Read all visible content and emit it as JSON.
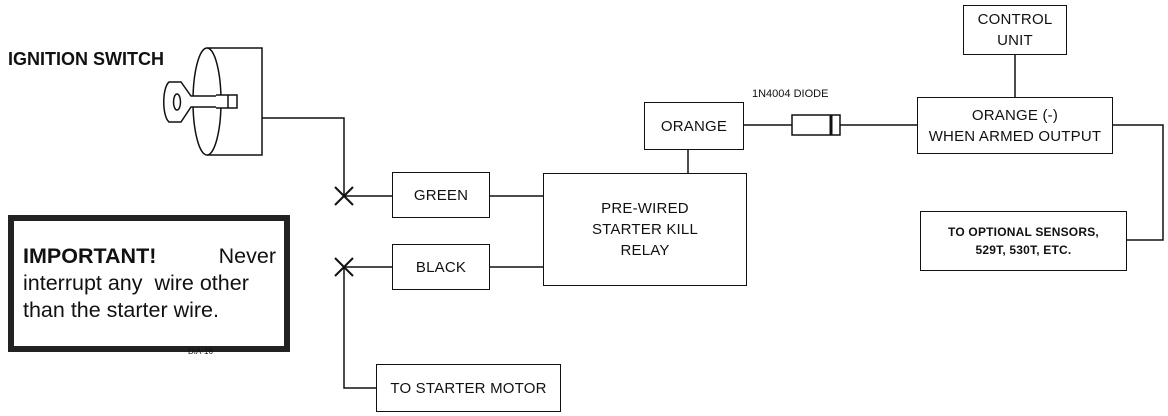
{
  "title": "IGNITION SWITCH",
  "boxes": {
    "control_unit": "CONTROL\nUNIT",
    "orange_output": "ORANGE (-)\nWHEN ARMED OUTPUT",
    "orange": "ORANGE",
    "relay": "PRE-WIRED\nSTARTER KILL\nRELAY",
    "green": "GREEN",
    "black": "BLACK",
    "starter_motor": "TO STARTER MOTOR",
    "sensors": "TO OPTIONAL SENSORS,\n529T, 530T, ETC."
  },
  "diode_label": "1N4004 DIODE",
  "important": {
    "heading": "IMPORTANT!",
    "word": "Never",
    "line2": "interrupt any  wire other",
    "line3": "than the starter wire."
  },
  "diagram_code": "DIA-16"
}
